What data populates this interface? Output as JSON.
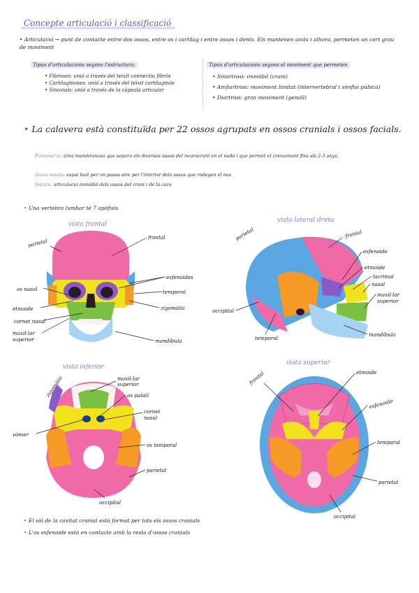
{
  "title": "Concepte articulació i classificació",
  "definition": {
    "term": "Articulació",
    "text": "punt de contacte entre dos ossos, entre os i cartílag i entre ossos i dents. Els mantenen units i alhora, permeten un cert grau de moviment"
  },
  "structure_box": {
    "heading": "Tipus d'articulacions segons l'estructura:",
    "items": [
      "Fibroses: unió a través del teixit connectiu fibrós",
      "Cartilaginoses: unió a través del teixit cartilaginós",
      "Sinovials: unió a través de la càpsula articular"
    ]
  },
  "movement_box": {
    "heading": "Tipus d'articulacions segons el moviment que permeten",
    "items": [
      "Sinartrosi: immòbil (crani)",
      "Amfiartrosi: moviment limitat (intervertebral i símfisi púbica)",
      "Diartrosi: gran moviment (genoll)"
    ]
  },
  "skull_statement": "La calavera està constituïda per 22 ossos agrupats en ossos cranials i ossos facials.",
  "glossary": [
    {
      "term": "Fontanel·la:",
      "text": "àrea membranosa que separa els diversos ossos del neurocrani en el nadó i que permet el creixement fins als 2-3 anys."
    },
    {
      "term": "Sinus nasals:",
      "text": "espai buit per on passa aire per l'interior dels ossos que rodegen el nas"
    },
    {
      "term": "Sutura:",
      "text": "articulació immòbil dels ossos del crani i de la cara"
    }
  ],
  "vertebra_note": "Una vertebra lumbar té 7 apòfisis",
  "views": {
    "front": {
      "title": "vista frontal",
      "labels": [
        "parietal",
        "frontal",
        "esfenoides",
        "os nasal",
        "temporal",
        "etmoide",
        "zigomàtic",
        "cornet nasal",
        "maxil·lar superior",
        "mandíbula"
      ]
    },
    "lateral": {
      "title": "vista lateral dreta",
      "labels": [
        "parietal",
        "frontal",
        "esfenoide",
        "etmoide",
        "lacrimal",
        "nasal",
        "maxil·lar superior",
        "occipital",
        "temporal",
        "mandíbula"
      ]
    },
    "inferior": {
      "title": "vista inferior",
      "labels": [
        "zigomàtic",
        "maxil·lar superior",
        "os palatí",
        "vòmer",
        "cornet nasal",
        "os temporal",
        "parietal",
        "occipital"
      ]
    },
    "superior": {
      "title": "vista superior",
      "labels": [
        "frontal",
        "etmoide",
        "esfenoide",
        "temporal",
        "parietal",
        "occipital"
      ]
    }
  },
  "final_bullets": [
    "El sòl de la cavitat cranial està format per tots els ossos cranials",
    "L'os esfenoide està en contacte amb la resta d'ossos cranials"
  ],
  "colors": {
    "accent": "#6a55a6",
    "highlight": "#e3dbf3",
    "pink": "#f06aa8",
    "blue": "#5aa6e0",
    "yellow": "#f2e21c",
    "orange": "#f49a25",
    "purple": "#8a5ac8",
    "green": "#7ac043"
  }
}
